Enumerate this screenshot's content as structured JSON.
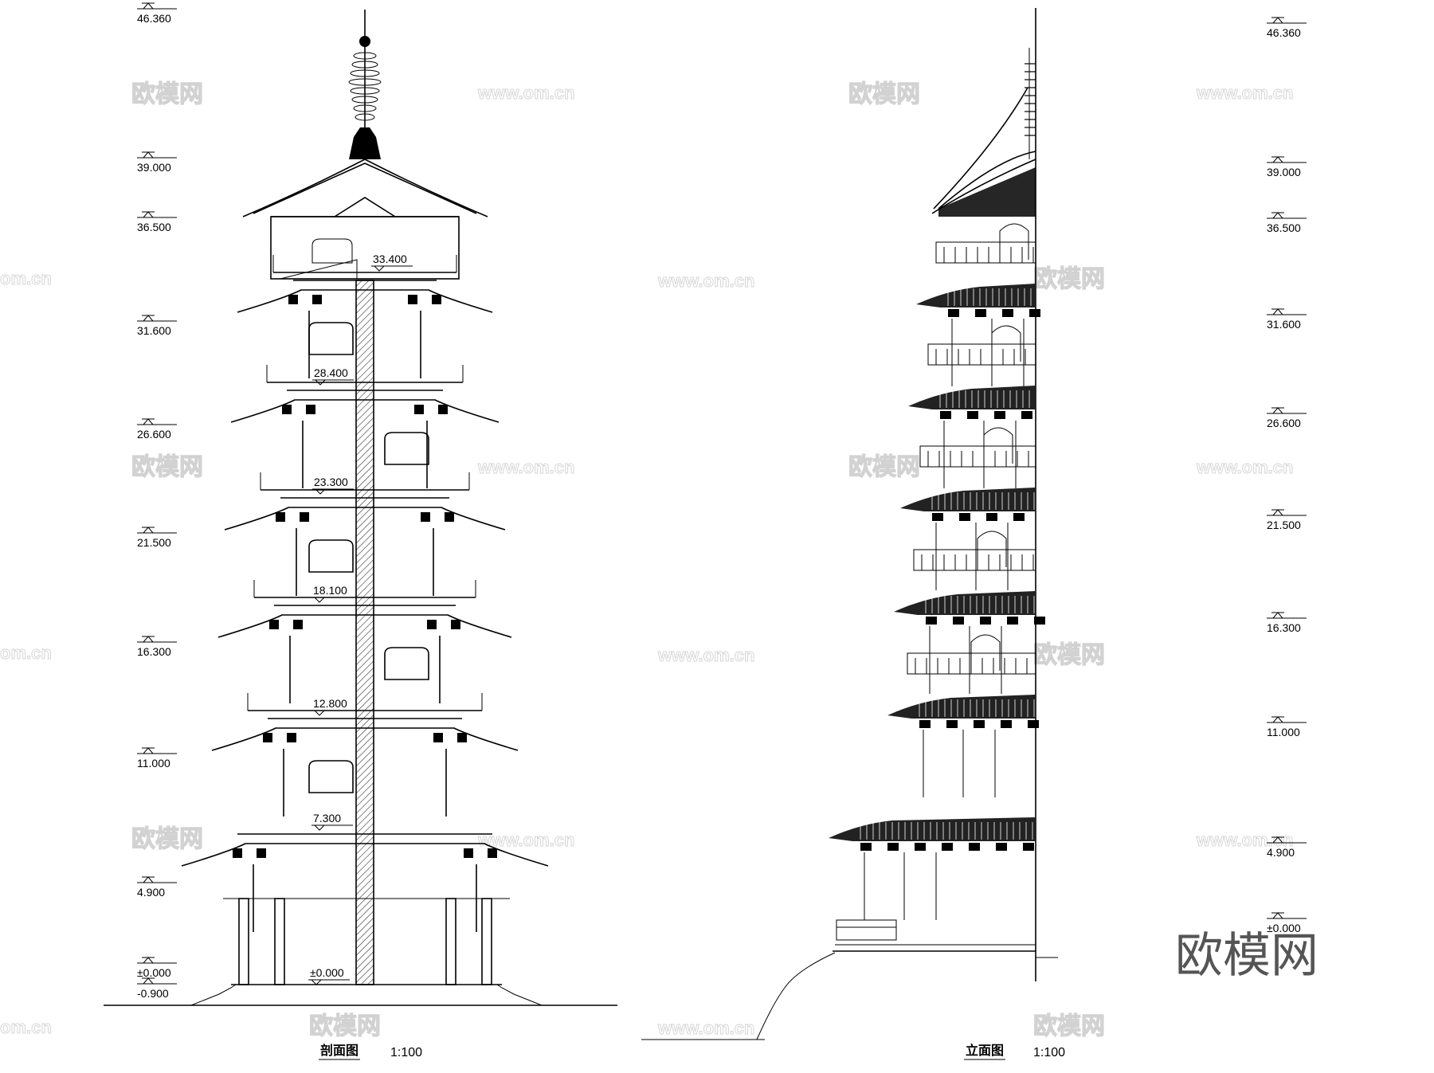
{
  "section": {
    "title": "剖面图",
    "scale": "1:100",
    "level_marks": [
      "46.360",
      "39.000",
      "36.500",
      "31.600",
      "26.600",
      "21.500",
      "16.300",
      "11.000",
      "4.900",
      "±0.000",
      "-0.900"
    ],
    "floor_marks": [
      "33.400",
      "28.400",
      "23.300",
      "18.100",
      "12.800",
      "7.300",
      "±0.000"
    ]
  },
  "elevation": {
    "title": "立面图",
    "scale": "1:100",
    "level_marks": [
      "46.360",
      "39.000",
      "36.500",
      "31.600",
      "26.600",
      "21.500",
      "16.300",
      "11.000",
      "4.900",
      "±0.000"
    ]
  },
  "watermarks": {
    "brand_cn": "欧模网",
    "url": "www.om.cn",
    "url_partial": "om.cn"
  },
  "brand_logo": "欧模网"
}
